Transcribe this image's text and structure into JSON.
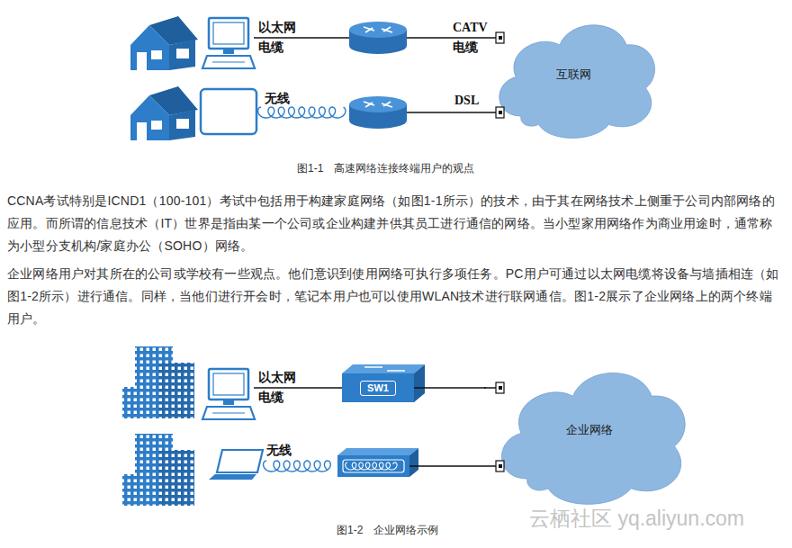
{
  "diagram": {
    "nodes": [
      {
        "text": [
          "互联网"
        ]
      },
      {
        "text": [
          "SW1"
        ]
      },
      {
        "text": [
          "企业网络"
        ]
      }
    ],
    "edges": [
      {
        "from": 1,
        "to": 2,
        "arrow": "none"
      }
    ],
    "labels": [
      "以太网 电缆",
      "CATV 电缆",
      "无线",
      "DSL",
      "图1-1　高速网络连接终端用户的观点",
      "CCNA考试特别是ICND1（100-101）考试中包括用于构建家庭网络（如图1-1所示）的技术，由于其在网络技术上侧重于公司内部网络的应用。而所谓的信息技术（IT）世界是指由某一个公司或企业构建并供其员工进行通信的网络。当小型家用网络作为商业用途时，通常称为小型分支机构/家庭办公（SOHO）网络。",
      "企业网络用户对其所在的公司或学校有一些观点。他们意识到使用网络可执行多项任务。PC用户可通过以太网电缆将设备与墙插相连（如图1-2所示）进行通信。同样，当他们进行开会时，笔记本用户也可以使用WLAN技术进行联网通信。图1-2展示了企业网络上的两个终端用户。",
      "以太网 电缆",
      "无线",
      "图1-2　企业网络示例",
      "云栖社区 yq.aliyun.com"
    ]
  }
}
